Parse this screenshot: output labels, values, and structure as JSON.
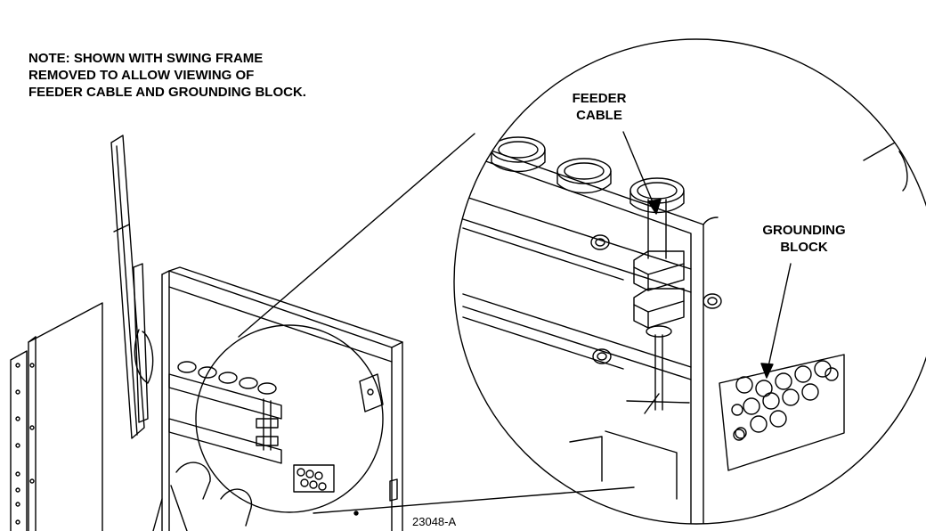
{
  "note": {
    "line1": "NOTE: SHOWN WITH SWING FRAME",
    "line2": "REMOVED TO ALLOW VIEWING OF",
    "line3": "FEEDER CABLE AND GROUNDING BLOCK."
  },
  "callouts": {
    "feeder_line1": "FEEDER",
    "feeder_line2": "CABLE",
    "grounding_line1": "GROUNDING",
    "grounding_line2": "BLOCK"
  },
  "figure_number": "23048-A"
}
